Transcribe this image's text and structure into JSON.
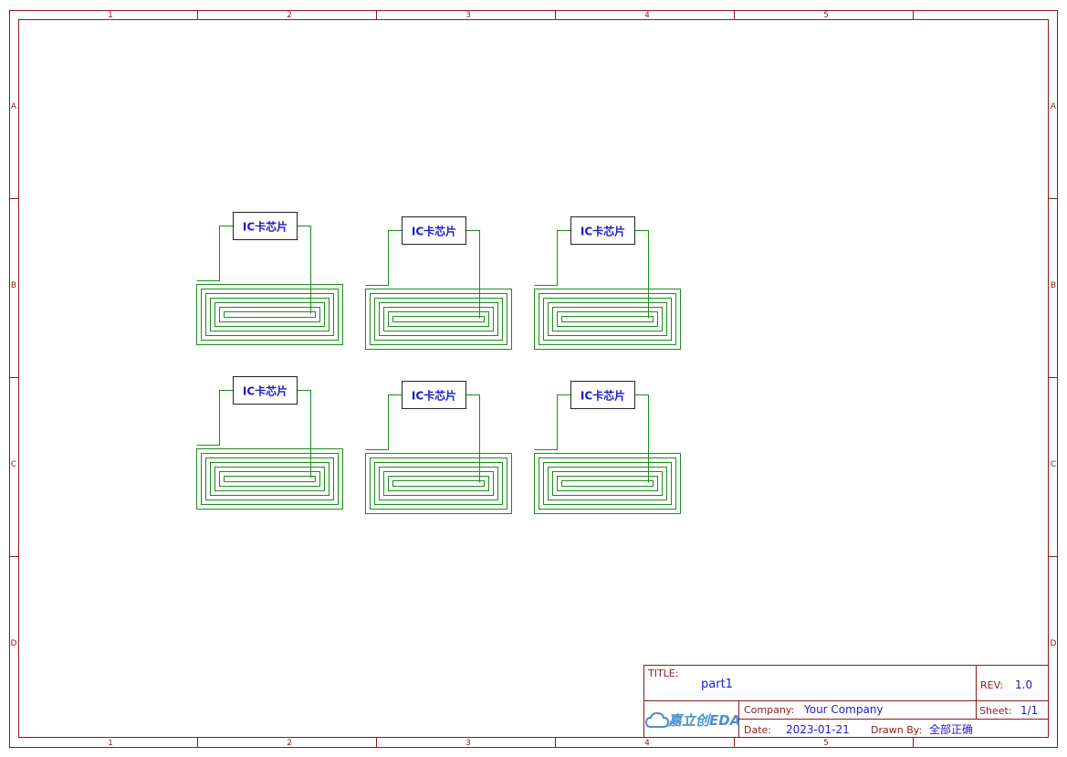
{
  "frame": {
    "col_labels": [
      "1",
      "2",
      "3",
      "4",
      "5"
    ],
    "row_labels": [
      "A",
      "B",
      "C",
      "D"
    ]
  },
  "chips": [
    {
      "label": "IC卡芯片"
    },
    {
      "label": "IC卡芯片"
    },
    {
      "label": "IC卡芯片"
    },
    {
      "label": "IC卡芯片"
    },
    {
      "label": "IC卡芯片"
    },
    {
      "label": "IC卡芯片"
    }
  ],
  "title_block": {
    "title_label": "TITLE:",
    "title_value": "part1",
    "rev_label": "REV:",
    "rev_value": "1.0",
    "company_label": "Company:",
    "company_value": "Your Company",
    "sheet_label": "Sheet:",
    "sheet_value": "1/1",
    "date_label": "Date:",
    "date_value": "2023-01-21",
    "drawn_label": "Drawn By:",
    "drawn_value": "全部正确",
    "logo_text": "嘉立创EDA"
  },
  "colors": {
    "frame": "#8b1a1a",
    "wire": "#1a8c1a",
    "text_blue": "#1a1acc",
    "logo": "#4a8fd0"
  }
}
